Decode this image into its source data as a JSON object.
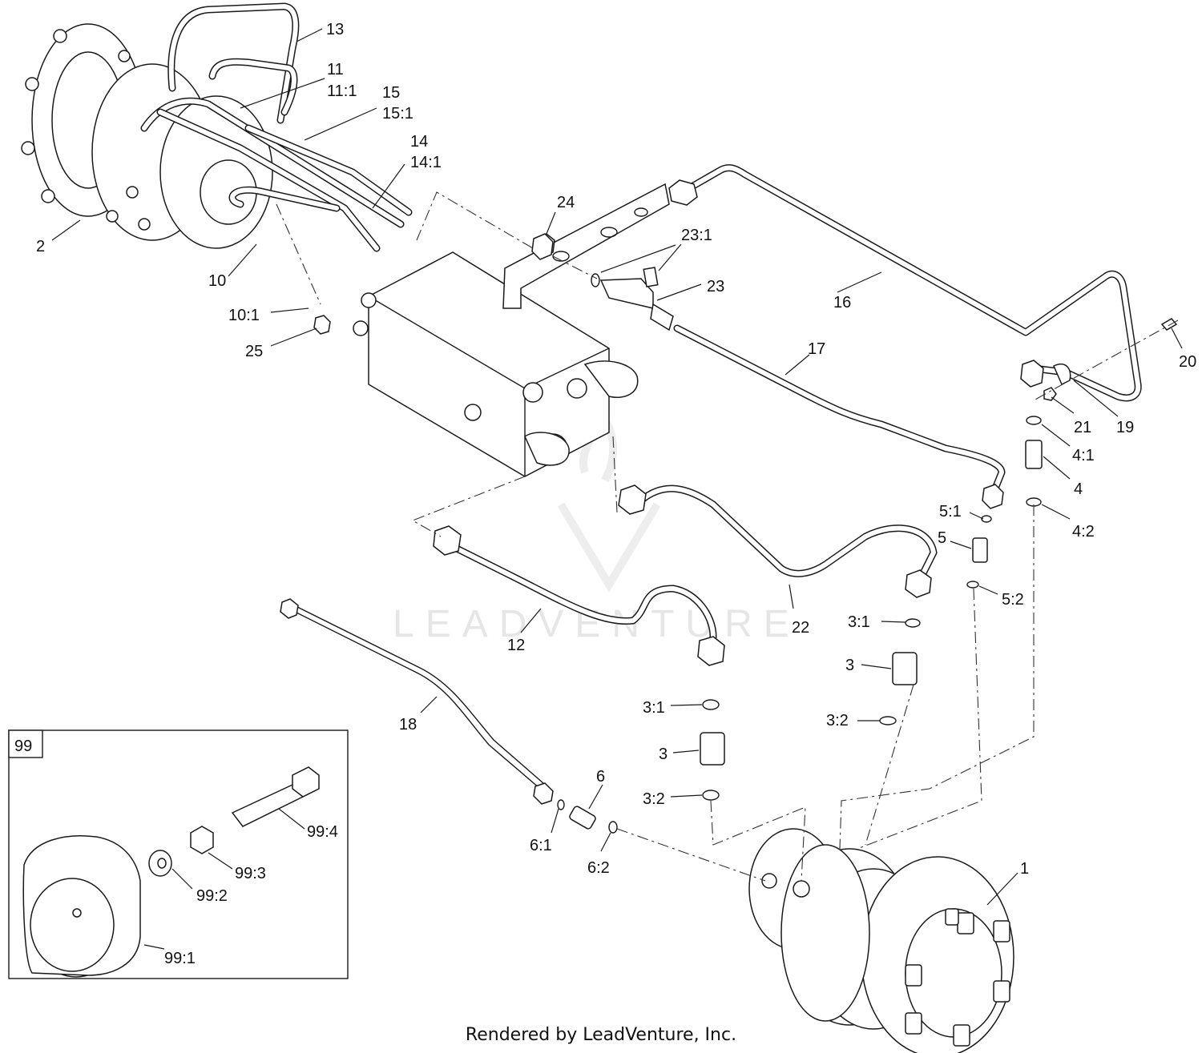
{
  "watermark": "LEADVENTURE",
  "footer": "Rendered by LeadVenture, Inc.",
  "inset": {
    "box_label": "99",
    "labels": [
      "99:1",
      "99:2",
      "99:3",
      "99:4"
    ]
  },
  "callouts": [
    "13",
    "11",
    "11:1",
    "15",
    "15:1",
    "14",
    "14:1",
    "24",
    "23:1",
    "2",
    "23",
    "10",
    "16",
    "10:1",
    "25",
    "17",
    "20",
    "21",
    "19",
    "4:1",
    "4",
    "5:1",
    "4:2",
    "5",
    "5:2",
    "22",
    "3:1",
    "12",
    "3",
    "18",
    "3:1",
    "3:2",
    "3",
    "6",
    "3:2",
    "6:1",
    "6:2",
    "1"
  ]
}
